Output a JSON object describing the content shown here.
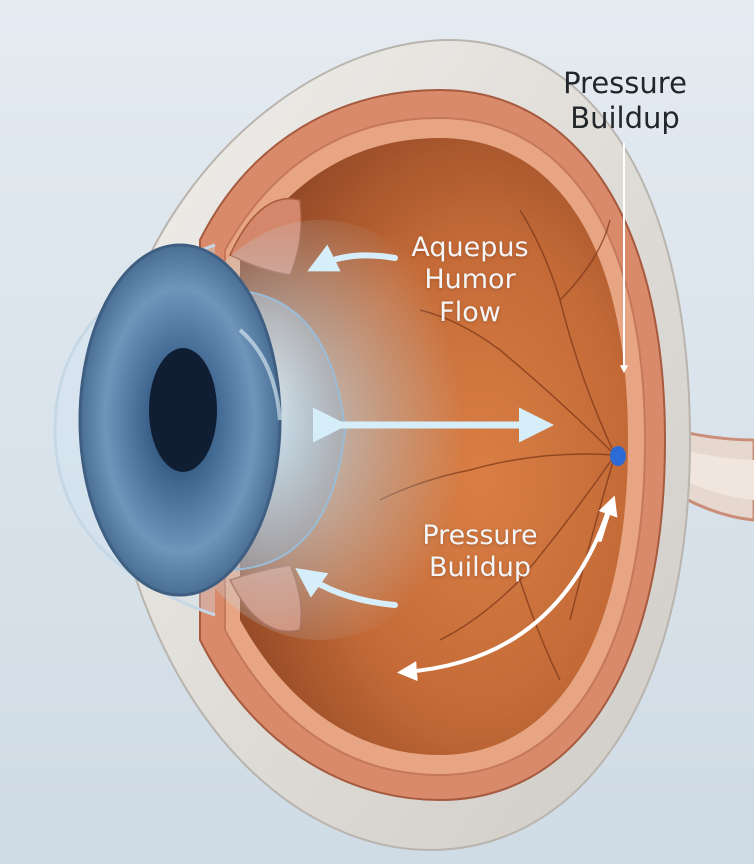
{
  "labels": {
    "top_pressure": {
      "line1": "Pressure",
      "line2": "Buildup"
    },
    "humor_flow": {
      "line1": "Aquepus",
      "line2": "Humor",
      "line3": "Flow"
    },
    "mid_pressure": {
      "line1": "Pressure",
      "line2": "Buildup"
    }
  },
  "colors": {
    "background": "#dde6ee",
    "sclera": "#e3e1dc",
    "choroid": "#d98a6a",
    "vitreous": "#c8713d",
    "iris": "#5d86ad",
    "pupil": "#0f1e33",
    "arrow": "#d6eefa",
    "optic_disc": "#2c6bd6"
  }
}
